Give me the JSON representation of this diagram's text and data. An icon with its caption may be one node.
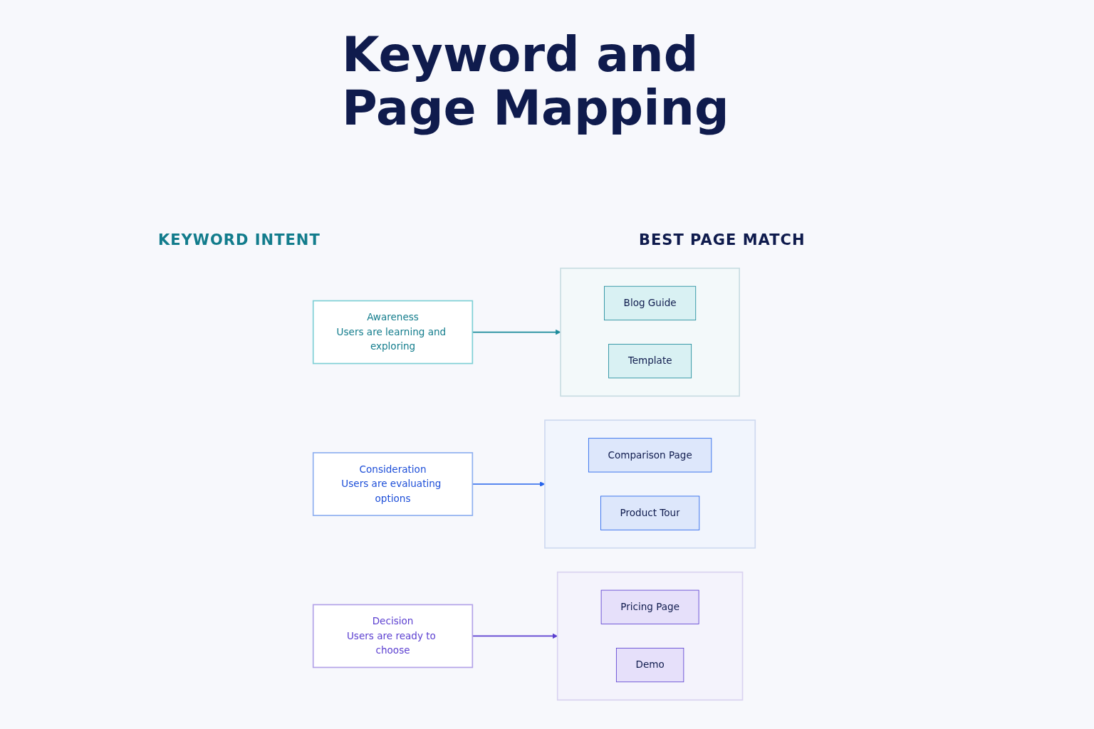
{
  "diagram": {
    "title": "Keyword and Page Mapping",
    "nodes": [
      {
        "text": [
          "Awareness",
          "Users are learning and exploring"
        ]
      },
      {
        "text": [],
        "shape": "box"
      },
      {
        "text": [
          "Blog Guide"
        ],
        "in": 1
      },
      {
        "text": [
          "Template"
        ],
        "in": 1
      },
      {
        "text": [
          "Consideration",
          "Users are evaluating options"
        ]
      },
      {
        "text": [],
        "shape": "box"
      },
      {
        "text": [
          "Comparison Page"
        ],
        "in": 5
      },
      {
        "text": [
          "Product Tour"
        ],
        "in": 5
      },
      {
        "text": [
          "Decision",
          "Users are ready to choose"
        ]
      },
      {
        "text": [],
        "shape": "box"
      },
      {
        "text": [
          "Pricing Page"
        ],
        "in": 9
      },
      {
        "text": [
          "Demo"
        ],
        "in": 9
      }
    ],
    "edges": [
      {
        "from": 0,
        "to": 1,
        "arrow": "to",
        "color": "#1a8a9a"
      },
      {
        "from": 4,
        "to": 5,
        "arrow": "to",
        "color": "#2563eb"
      },
      {
        "from": 8,
        "to": 9,
        "arrow": "to",
        "color": "#5b3fd0"
      }
    ],
    "labels": [
      "KEYWORD INTENT",
      "BEST PAGE MATCH"
    ]
  }
}
